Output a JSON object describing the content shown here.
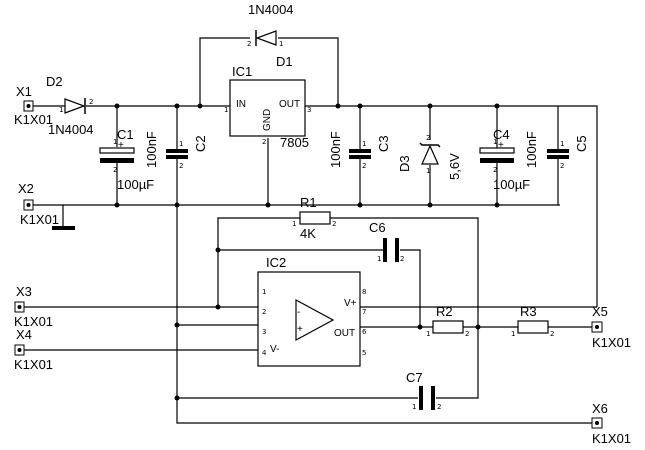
{
  "connectors": {
    "x1": {
      "ref": "X1",
      "type": "K1X01"
    },
    "x2": {
      "ref": "X2",
      "type": "K1X01"
    },
    "x3": {
      "ref": "X3",
      "type": "K1X01"
    },
    "x4": {
      "ref": "X4",
      "type": "K1X01"
    },
    "x5": {
      "ref": "X5",
      "type": "K1X01"
    },
    "x6": {
      "ref": "X6",
      "type": "K1X01"
    }
  },
  "diodes": {
    "d1": {
      "ref": "D1",
      "value": "1N4004"
    },
    "d2": {
      "ref": "D2",
      "value": "1N4004"
    },
    "d3": {
      "ref": "D3",
      "value": "5,6V"
    }
  },
  "regulator": {
    "ref": "IC1",
    "value": "7805",
    "pin_in": "IN",
    "pin_out": "OUT",
    "pin_gnd": "GND"
  },
  "opamp": {
    "ref": "IC2",
    "pin_vplus": "V+",
    "pin_vminus": "V-",
    "pin_out": "OUT",
    "plus": "+",
    "minus": "-"
  },
  "capacitors": {
    "c1": {
      "ref": "C1",
      "value": "100µF"
    },
    "c2": {
      "ref": "C2",
      "value": "100nF"
    },
    "c3": {
      "ref": "C3",
      "value": "100nF"
    },
    "c4": {
      "ref": "C4",
      "value": "100µF"
    },
    "c5": {
      "ref": "C5",
      "value": "100nF"
    },
    "c6": {
      "ref": "C6"
    },
    "c7": {
      "ref": "C7"
    }
  },
  "resistors": {
    "r1": {
      "ref": "R1",
      "value": "4K"
    },
    "r2": {
      "ref": "R2"
    },
    "r3": {
      "ref": "R3"
    }
  },
  "pins": {
    "p1": "1",
    "p2": "2",
    "p3": "3",
    "p4": "4",
    "p5": "5",
    "p6": "6",
    "p7": "7",
    "p8": "8"
  }
}
